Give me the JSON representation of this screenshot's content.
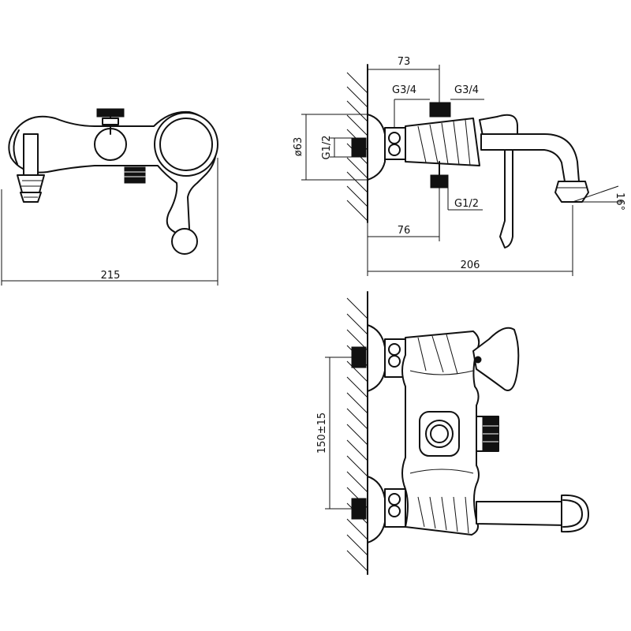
{
  "dimensions": {
    "front_width": "215",
    "side_overall": "206",
    "side_top": "73",
    "side_outlet_depth": "76",
    "diameter": "ø63",
    "inlet_left": "G1/2",
    "thread_top_left": "G3/4",
    "thread_top_right": "G3/4",
    "outlet_bottom": "G1/2",
    "angle": "16°",
    "centers": "150±15"
  }
}
